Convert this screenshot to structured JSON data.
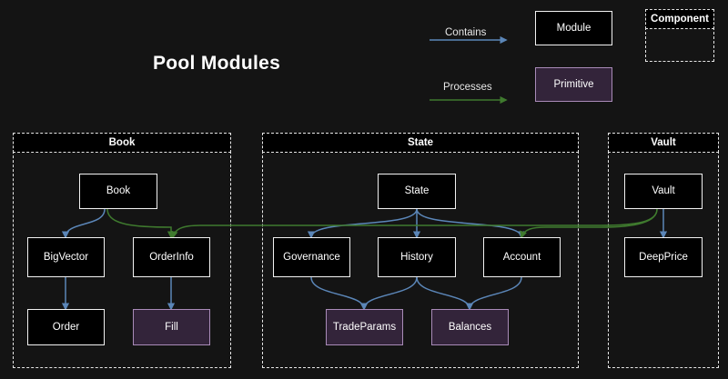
{
  "page": {
    "title": "Pool Modules",
    "background": "#141414"
  },
  "colors": {
    "contains_arrow": "#5b86b8",
    "processes_arrow": "#3f7a2e",
    "module_fill": "#000000",
    "module_border": "#f2f2f2",
    "primitive_fill": "#33243a",
    "primitive_border": "#a98bb8",
    "group_border": "#e6e6e6"
  },
  "legend": {
    "edges": [
      {
        "label": "Contains",
        "color": "#5b86b8"
      },
      {
        "label": "Processes",
        "color": "#3f7a2e"
      }
    ],
    "shapes": [
      {
        "label": "Module",
        "kind": "module"
      },
      {
        "label": "Primitive",
        "kind": "primitive"
      },
      {
        "label": "Component",
        "kind": "group"
      }
    ]
  },
  "groups": [
    {
      "id": "book",
      "label": "Book"
    },
    {
      "id": "state",
      "label": "State"
    },
    {
      "id": "vault",
      "label": "Vault"
    }
  ],
  "nodes": [
    {
      "id": "book",
      "label": "Book",
      "kind": "module",
      "group": "book"
    },
    {
      "id": "bigvector",
      "label": "BigVector",
      "kind": "module",
      "group": "book"
    },
    {
      "id": "orderinfo",
      "label": "OrderInfo",
      "kind": "module",
      "group": "book"
    },
    {
      "id": "order",
      "label": "Order",
      "kind": "module",
      "group": "book"
    },
    {
      "id": "fill",
      "label": "Fill",
      "kind": "primitive",
      "group": "book"
    },
    {
      "id": "state",
      "label": "State",
      "kind": "module",
      "group": "state"
    },
    {
      "id": "governance",
      "label": "Governance",
      "kind": "module",
      "group": "state"
    },
    {
      "id": "history",
      "label": "History",
      "kind": "module",
      "group": "state"
    },
    {
      "id": "account",
      "label": "Account",
      "kind": "module",
      "group": "state"
    },
    {
      "id": "tradeparams",
      "label": "TradeParams",
      "kind": "primitive",
      "group": "state"
    },
    {
      "id": "balances",
      "label": "Balances",
      "kind": "primitive",
      "group": "state"
    },
    {
      "id": "vault",
      "label": "Vault",
      "kind": "module",
      "group": "vault"
    },
    {
      "id": "deepprice",
      "label": "DeepPrice",
      "kind": "module",
      "group": "vault"
    }
  ],
  "edges": [
    {
      "from": "book",
      "to": "bigvector",
      "relation": "Contains"
    },
    {
      "from": "bigvector",
      "to": "order",
      "relation": "Contains"
    },
    {
      "from": "orderinfo",
      "to": "fill",
      "relation": "Contains"
    },
    {
      "from": "state",
      "to": "governance",
      "relation": "Contains"
    },
    {
      "from": "state",
      "to": "history",
      "relation": "Contains"
    },
    {
      "from": "state",
      "to": "account",
      "relation": "Contains"
    },
    {
      "from": "governance",
      "to": "tradeparams",
      "relation": "Contains"
    },
    {
      "from": "history",
      "to": "tradeparams",
      "relation": "Contains"
    },
    {
      "from": "history",
      "to": "balances",
      "relation": "Contains"
    },
    {
      "from": "account",
      "to": "balances",
      "relation": "Contains"
    },
    {
      "from": "vault",
      "to": "deepprice",
      "relation": "Contains"
    },
    {
      "from": "book",
      "to": "orderinfo",
      "relation": "Processes"
    },
    {
      "from": "vault",
      "to": "account",
      "relation": "Processes"
    },
    {
      "from": "vault",
      "to": "orderinfo",
      "relation": "Processes"
    }
  ]
}
